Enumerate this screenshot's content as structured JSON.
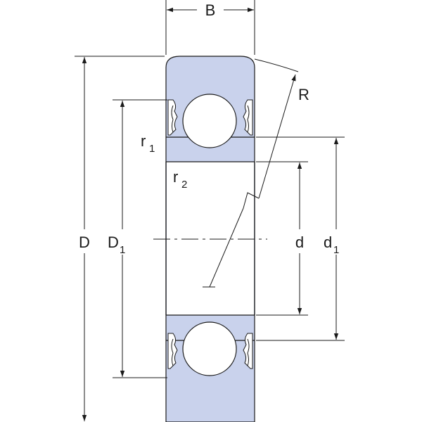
{
  "labels": {
    "B": "B",
    "R": "R",
    "r1_main": "r",
    "r1_sub": "1",
    "r2_main": "r",
    "r2_sub": "2",
    "D": "D",
    "D1_main": "D",
    "D1_sub": "1",
    "d": "d",
    "d1_main": "d",
    "d1_sub": "1"
  },
  "colors": {
    "ring_fill": "#c9d2ec",
    "line": "#1a1a1a",
    "ball_fill": "#ffffff"
  }
}
